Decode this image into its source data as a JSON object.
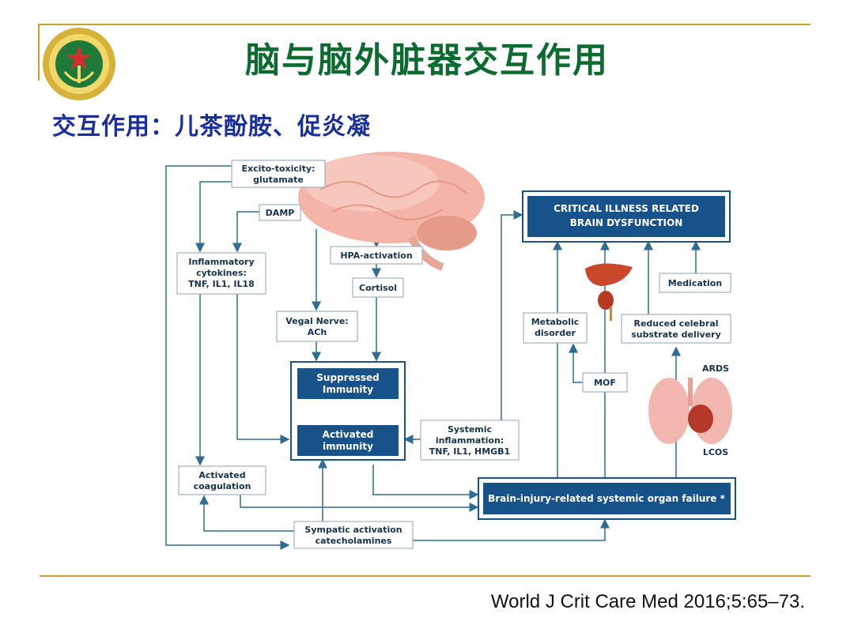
{
  "slide": {
    "title": "脑与脑外脏器交互作用",
    "subtitle": "交互作用：儿茶酚胺、促炎凝",
    "citation": "World J Crit Care Med 2016;5:65–73."
  },
  "diagram": {
    "excito": [
      "Excito-toxicity:",
      "glutamate"
    ],
    "damp": "DAMP",
    "hpa": "HPA-activation",
    "cortisol": "Cortisol",
    "cytokines": [
      "Inflammatory",
      "cytokines:",
      "TNF, IL1, IL18"
    ],
    "vagal": [
      "Vegal Nerve:",
      "ACh"
    ],
    "suppressed": [
      "Suppressed",
      "Immunity"
    ],
    "activated_immunity": [
      "Activated",
      "immunity"
    ],
    "systemic": [
      "Systemic",
      "inflammation:",
      "TNF, IL1, HMGB1"
    ],
    "coag": [
      "Activated",
      "coagulation"
    ],
    "sympatic": [
      "Sympatic activation",
      "catecholamines"
    ],
    "critical": [
      "CRITICAL ILLNESS RELATED",
      "BRAIN DYSFUNCTION"
    ],
    "metabolic": [
      "Metabolic",
      "disorder"
    ],
    "reduced": [
      "Reduced celebral",
      "substrate delivery"
    ],
    "medication": "Medication",
    "mof": "MOF",
    "ards": "ARDS",
    "lcos": "LCOS",
    "organ_failure": "Brain-injury-related systemic organ failure *"
  },
  "colors": {
    "title": "#0c6b2e",
    "subtitle": "#1a2f9c",
    "accent_line": "#c9a227",
    "dark_box": "#17528a"
  },
  "icons": [
    "emblem-logo",
    "brain-illustration",
    "liver-kidney-icon",
    "lungs-heart-icon"
  ]
}
